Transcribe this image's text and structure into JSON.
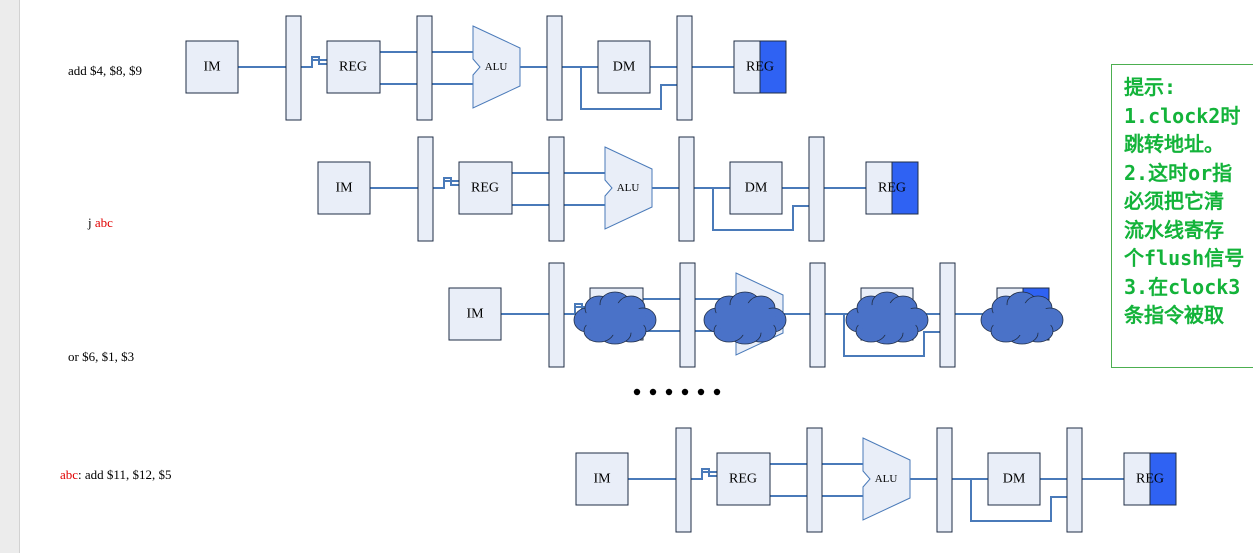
{
  "instructions": {
    "i1": {
      "text": "add  $4, $8, $9"
    },
    "i2": {
      "prefix": "j  ",
      "label": "abc"
    },
    "i3": {
      "text": "or  $6, $1, $3"
    },
    "i4": {
      "label": "abc",
      "rest": ":  add $11, $12, $5"
    }
  },
  "stage_labels": {
    "im": "IM",
    "reg": "REG",
    "alu": "ALU",
    "dm": "DM",
    "wb": "REG"
  },
  "ellipsis": "••••••",
  "hint": {
    "lines": [
      "提示:",
      "1.clock2时",
      "跳转地址。",
      "2.这时or指",
      "必须把它清",
      "流水线寄存",
      "个flush信号",
      "3.在clock3",
      "条指令被取"
    ]
  },
  "colors": {
    "stage_fill": "#e9eef8",
    "stroke": "#1f2d46",
    "wire": "#4a7ab9",
    "reg_highlight": "#2f62f3",
    "bubble": "#4a72c8",
    "label_red": "#e00000",
    "hint_text": "#13b33a",
    "hint_border": "#4caf50"
  }
}
